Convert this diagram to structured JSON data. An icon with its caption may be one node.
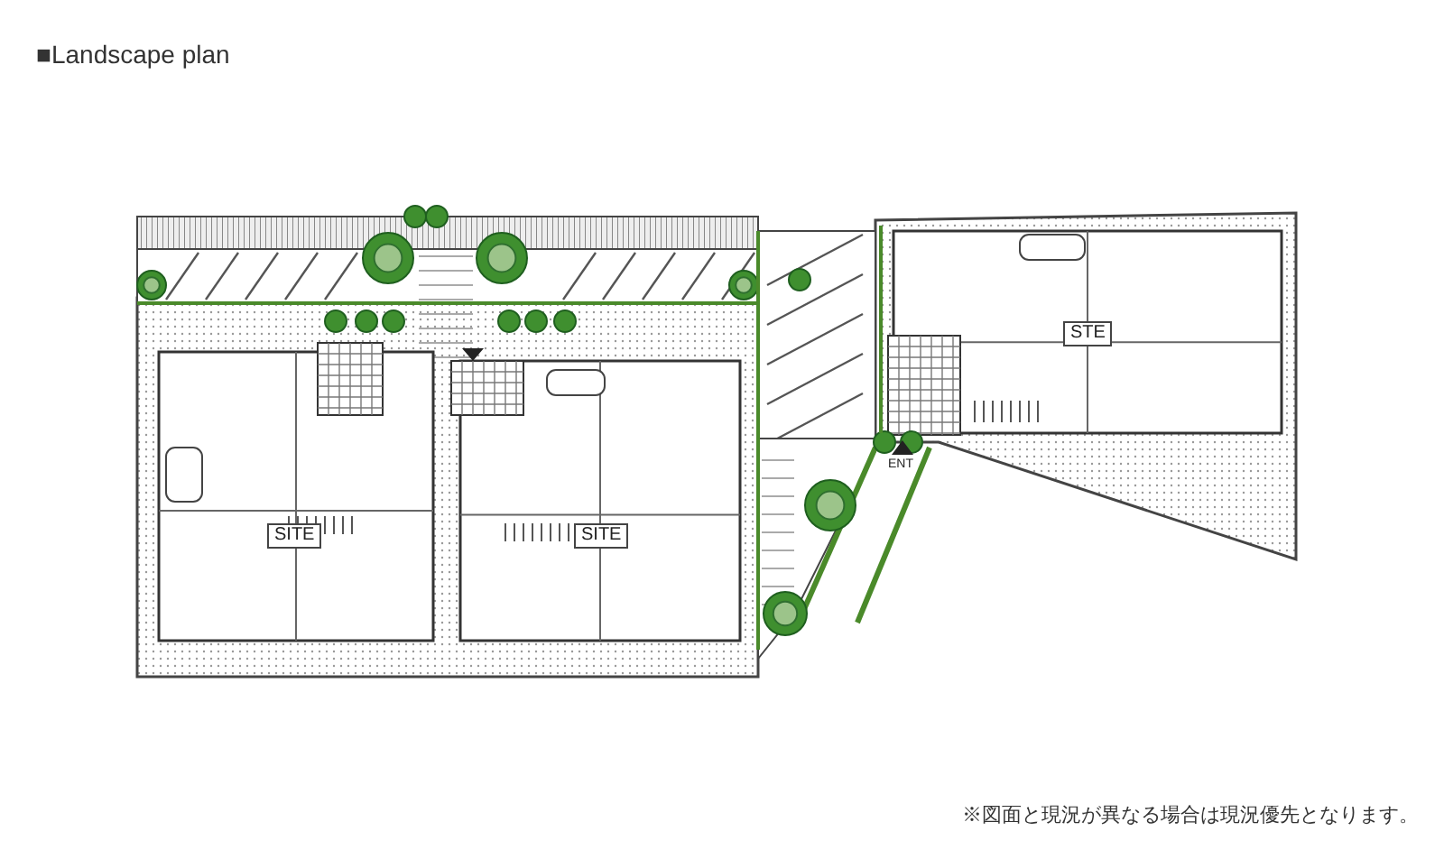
{
  "diagram": {
    "title": "■Landscape plan",
    "labels": [
      "STE",
      "ENT",
      "SITE",
      "SITE"
    ],
    "caption": "※図面と現況が異なる場合は現況優先となります。"
  }
}
